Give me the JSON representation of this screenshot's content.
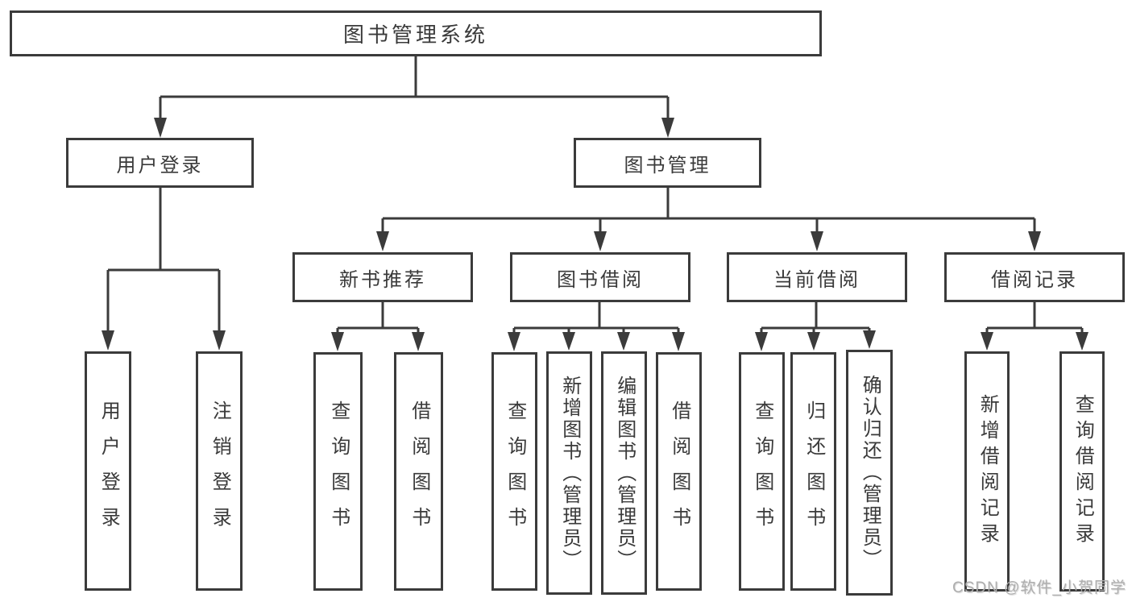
{
  "diagram": {
    "type": "functional-structure-tree",
    "line_color": "#3b3b3b",
    "text_color": "#3a3a3a",
    "background": "#ffffff"
  },
  "tree": {
    "root": "图书管理系统",
    "level1": [
      {
        "label": "用户登录"
      },
      {
        "label": "图书管理"
      }
    ],
    "level2": [
      {
        "label": "新书推荐"
      },
      {
        "label": "图书借阅"
      },
      {
        "label": "当前借阅"
      },
      {
        "label": "借阅记录"
      }
    ],
    "leaves": {
      "user_login": [
        "用户登录",
        "注销登录"
      ],
      "new_book": [
        "查询图书",
        "借阅图书"
      ],
      "book_borrow": [
        "查询图书",
        "新增图书（管理员）",
        "编辑图书（管理员）",
        "借阅图书"
      ],
      "current_borrow": [
        "查询图书",
        "归还图书",
        "确认归还（管理员）"
      ],
      "borrow_records": [
        "新增借阅记录",
        "查询借阅记录"
      ]
    }
  },
  "watermark": "CSDN @软件_小贺同学"
}
